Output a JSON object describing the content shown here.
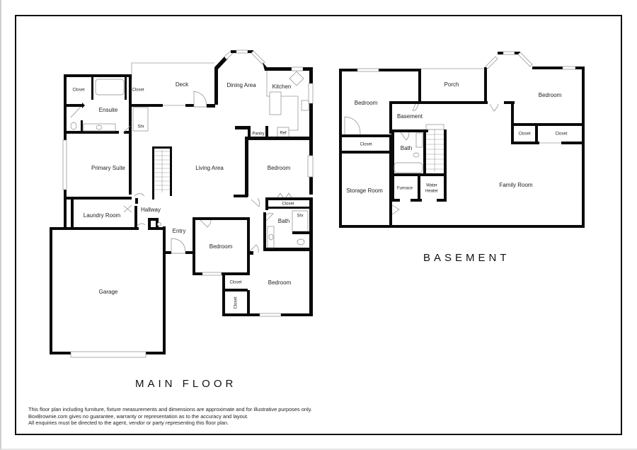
{
  "main_floor": {
    "title": "MAIN FLOOR",
    "rooms": {
      "closet_left": "Closet",
      "closet_right": "Closet",
      "ensuite": "Ensuite",
      "ensuite_shower": "Shr",
      "deck": "Deck",
      "dining_area": "Dining Area",
      "kitchen": "Kitchen",
      "pantry": "Pantry",
      "ref": "Ref",
      "primary_suite": "Primary Suite",
      "living_area": "Living Area",
      "bedroom_east": "Bedroom",
      "closet_east": "Closet",
      "bath": "Bath",
      "bath_shower": "Shr",
      "hallway": "Hallway",
      "laundry_room": "Laundry Room",
      "entry": "Entry",
      "bedroom_center": "Bedroom",
      "closet_center": "Closet",
      "closet_vertical": "Closet",
      "bedroom_south": "Bedroom",
      "garage": "Garage"
    }
  },
  "basement": {
    "title": "BASEMENT",
    "rooms": {
      "bedroom_west": "Bedroom",
      "porch": "Porch",
      "bedroom_east": "Bedroom",
      "basement": "Basement",
      "closet_west": "Closet",
      "bath": "Bath",
      "closet_east_a": "Closet",
      "closet_east_b": "Closet",
      "storage_room": "Storage Room",
      "furnace": "Furnace",
      "water_heater_1": "Water",
      "water_heater_2": "Heater",
      "family_room": "Family Room"
    }
  },
  "disclaimer": [
    "This floor plan including furniture, fixture measurements and dimensions are approximate and for illustrative purposes only.",
    "BoxBrownie.com gives no guarantee, warranty or representation as to the accuracy and layout.",
    "All enquiries must be directed to the agent, vendor or party representing this floor plan."
  ]
}
